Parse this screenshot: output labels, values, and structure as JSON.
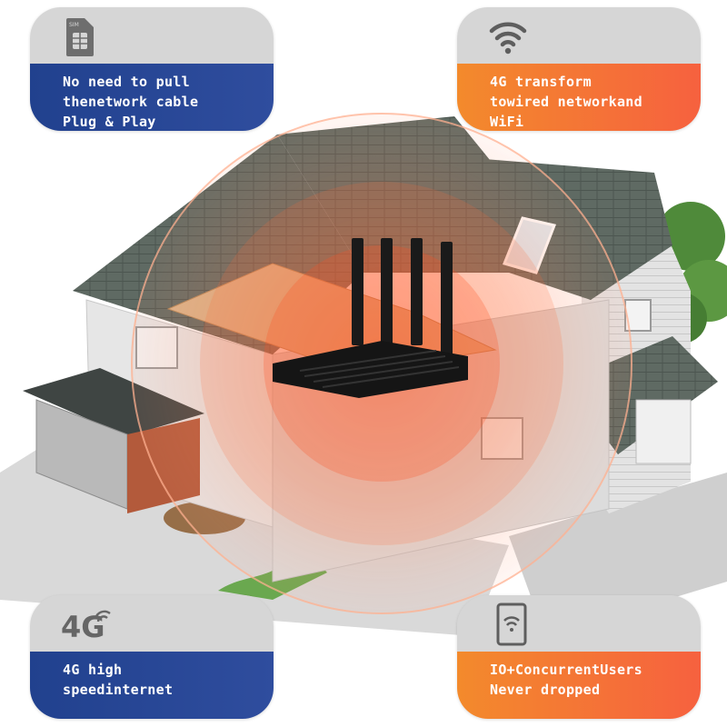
{
  "features": {
    "top_left": {
      "icon": "sim-card-icon",
      "icon_label": "SIM",
      "lines": [
        "No need to pull",
        "thenetwork cable",
        "Plug & Play"
      ]
    },
    "top_right": {
      "icon": "wifi-icon",
      "lines": [
        "4G transform",
        "towired networkand",
        "WiFi"
      ]
    },
    "bottom_left": {
      "icon": "4g-signal-icon",
      "icon_label": "4G",
      "lines": [
        "4G high",
        "speedinternet"
      ]
    },
    "bottom_right": {
      "icon": "device-wifi-icon",
      "lines": [
        "IO+ConcurrentUsers",
        "Never dropped"
      ]
    }
  },
  "colors": {
    "card_top": "#d6d6d6",
    "blue_band": "#21418e",
    "orange_band": "#f47a34",
    "signal_glow": "#ff5a2a",
    "router": "#151515"
  }
}
